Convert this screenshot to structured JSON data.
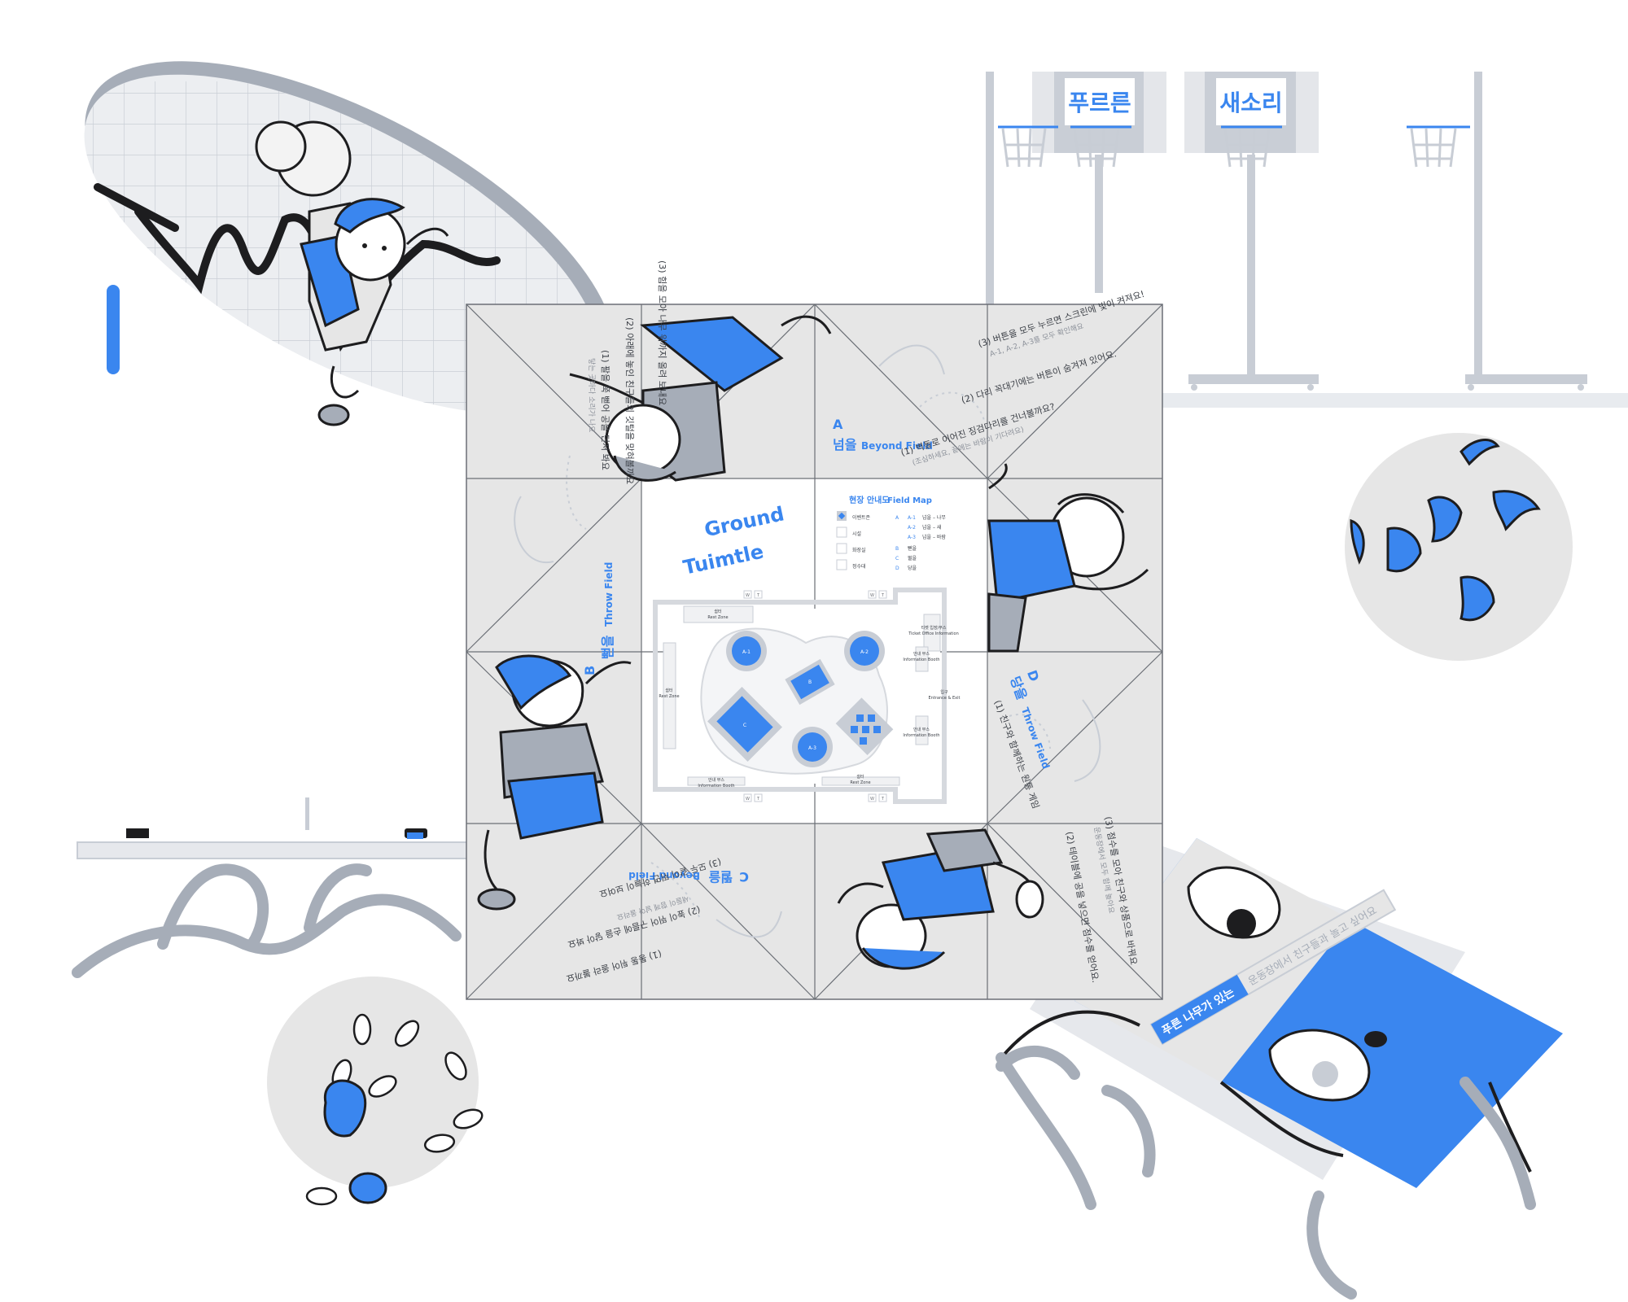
{
  "colors": {
    "accent_blue": "#3a86ef",
    "panel_gray": "#e6e6e6",
    "line_gray": "#a6adb8",
    "ink": "#1d1d1f"
  },
  "signs": {
    "left": "푸르른",
    "right": "새소리"
  },
  "net_banner": {
    "text": "푸른 나무가 있는 운동장에서 친구들과 놀고 싶어요",
    "highlight": "푸른 나무가 있는"
  },
  "map": {
    "title_line1": "Ground",
    "title_line2": "Tuimtle",
    "heading_ko": "현장 안내도",
    "heading_en": "Field Map",
    "legend": [
      {
        "icon": "diamond-icon",
        "label": "이벤트존"
      },
      {
        "icon": "box-icon",
        "label": "시설"
      },
      {
        "icon": "t-icon",
        "label": "화장실"
      },
      {
        "icon": "w-icon",
        "label": "정수대"
      }
    ],
    "zones": [
      {
        "code": "A",
        "label": ""
      },
      {
        "code": "A-1",
        "label": "넘을 – 나무"
      },
      {
        "code": "A-2",
        "label": "넘을 – 새"
      },
      {
        "code": "A-3",
        "label": "넘을 – 바람"
      },
      {
        "code": "B",
        "label": "뻗을"
      },
      {
        "code": "C",
        "label": "뛸을"
      },
      {
        "code": "D",
        "label": "당을"
      }
    ],
    "plan_labels": {
      "rest_top_ko": "쉼터",
      "rest_top_en": "Rest Zone",
      "rest_left_ko": "쉼터",
      "rest_left_en": "Rest Zone",
      "rest_bottom_ko": "쉼터",
      "rest_bottom_en": "Rest Zone",
      "ticket_ko": "티켓 입장/부스",
      "ticket_en": "Ticket Office Information",
      "info_ko": "안내 부스",
      "info_en": "Information Booth",
      "entrance_ko": "입구",
      "entrance_en": "Entrance & Exit",
      "info2_ko": "안내 부스",
      "info2_en": "Information Booth",
      "info3_ko": "안내 부스",
      "info3_en": "Information Booth",
      "a1": "A-1",
      "a2": "A-2",
      "a3": "A-3",
      "b": "B",
      "c": "C"
    }
  },
  "sections": {
    "a": {
      "letter": "A",
      "title_ko": "넘을",
      "title_en": "Beyond Field",
      "item1": "(1) 벽돌로 이어진 징검다리를 건너볼까요?",
      "item1_sub": "(조심하세요, 끝에는 바람이 기다려요)",
      "item2": "(2) 다리 꼭대기에는 버튼이 숨겨져 있어요.",
      "item3": "(3) 버튼을 모두 누르면 스크린에 빛이 켜져요!",
      "item3_sub": "A-1, A-2, A-3를 모두 확인해요"
    },
    "b": {
      "letter": "B",
      "title_ko": "뻗을",
      "title_en": "Throw Field",
      "item1": "(1) 팔을 쭉 뻗어 공을 던져 봐요",
      "item1_sub": "닿는 곳마다 소리가 나요",
      "item2": "(2) 아래에 놓인 친구들의 깃털을 맞혀볼까요",
      "item3": "(3) 힘을 모아 나무 위까지 올려 보내요"
    },
    "c": {
      "letter": "C",
      "title_ko": "뛸을",
      "title_en": "Beyond Field",
      "item1": "(1) 통통 튀어 올라 볼까요",
      "item2": "(2) 높이 뛰어 구름에 손을 닿아 봐요",
      "item2_sub": "새들이 함께 날아 올라요",
      "item3": "(3) 모두 같이 뛰면 하늘이 보여요"
    },
    "d": {
      "letter": "D",
      "title_ko": "당을",
      "title_en": "Throw Field",
      "item1": "(1) 친구와 함께하는 원통 게임",
      "item2": "(2) 테이블에 공을 넣으면 점수를 얻어요.",
      "item3": "(3) 점수를 모아 친구와 상품으로 바꿔요",
      "item3_sub": "운동장에서 모두 함께 놀아요"
    }
  },
  "fold_markers": [
    "W",
    "T",
    "W",
    "T",
    "W",
    "T",
    "W",
    "T"
  ]
}
